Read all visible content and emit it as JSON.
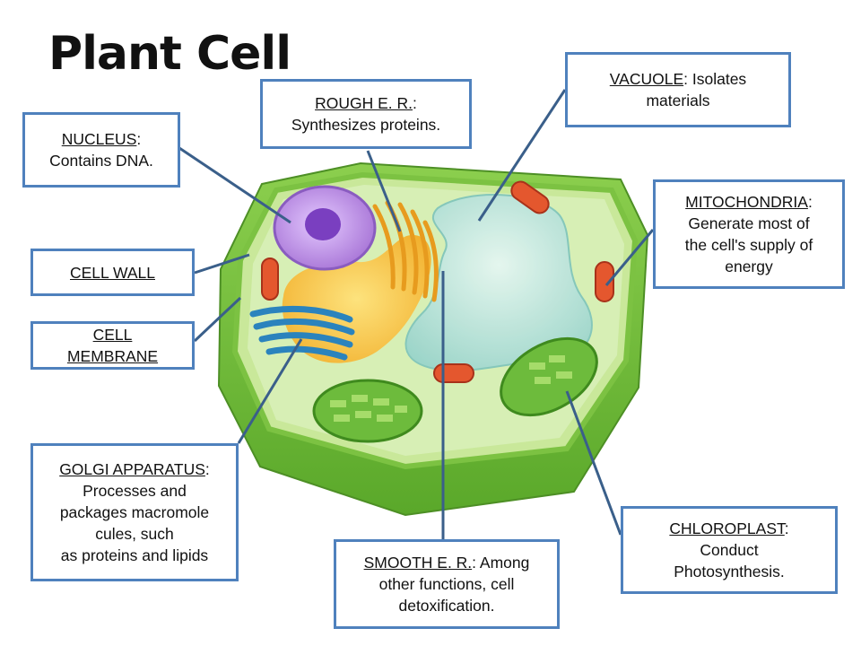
{
  "title": "Plant Cell",
  "labels": {
    "nucleus": {
      "name": "NUCLEUS",
      "desc": ":\nContains DNA."
    },
    "rough_er": {
      "name": "ROUGH E. R.",
      "desc": ":\nSynthesizes proteins."
    },
    "vacuole": {
      "name": "VACUOLE",
      "desc": ": Isolates\nmaterials"
    },
    "mitochondria": {
      "name": "MITOCHONDRIA",
      "desc": ":\nGenerate most of\nthe cell's supply of\nenergy"
    },
    "cell_wall": {
      "name": "CELL WALL",
      "desc": ""
    },
    "cell_membrane": {
      "name": "CELL\nMEMBRANE",
      "desc": ""
    },
    "golgi": {
      "name": "GOLGI APPARATUS",
      "desc": ":\nProcesses and\npackages macromole\ncules, such\nas proteins and lipids"
    },
    "smooth_er": {
      "name": "SMOOTH E. R.",
      "desc": ": Among\nother functions, cell\ndetoxification."
    },
    "chloroplast": {
      "name": "CHLOROPLAST",
      "desc": ":\nConduct\nPhotosynthesis."
    }
  },
  "colors": {
    "box_border": "#4f81bd",
    "leader_line": "#3a5f8a",
    "cell_wall": "#7cc242",
    "cytoplasm": "#cfe9a9",
    "nucleus": "#b58be0",
    "vacuole": "#a9ddd6",
    "golgi": "#2b83bd",
    "mitochondria": "#d9472b",
    "chloroplast": "#6dbb3c"
  }
}
